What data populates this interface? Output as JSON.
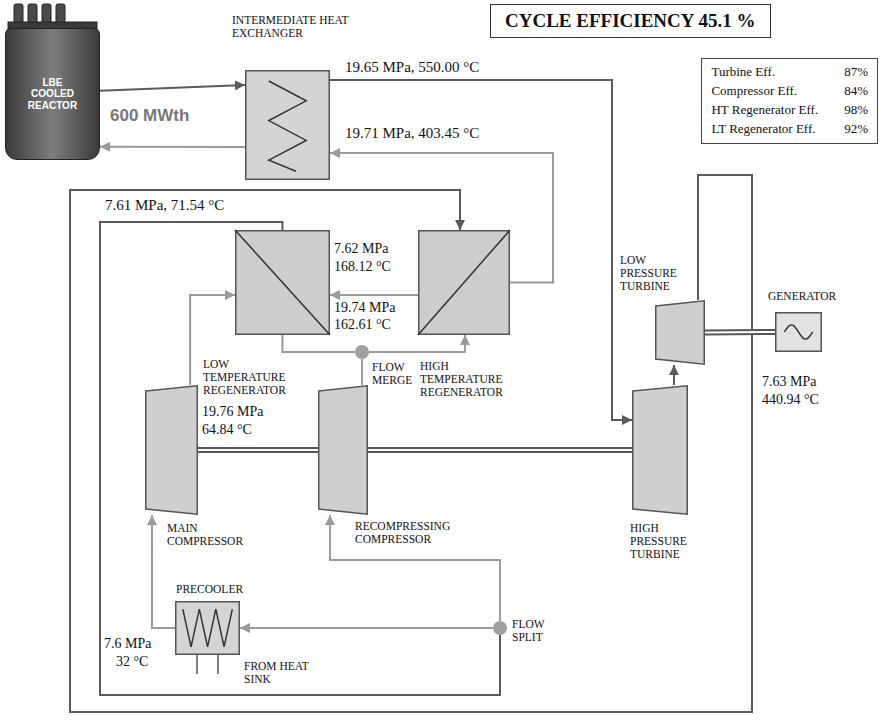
{
  "diagram": {
    "nodes": [
      {
        "text": [
          "LBE COOLED REACTOR"
        ]
      },
      {
        "text": [
          "INTERMEDIATE HEAT EXCHANGER"
        ]
      },
      {
        "text": [
          "CYCLE EFFICIENCY 45.1 %"
        ]
      },
      {
        "text": [
          "Turbine Eff.",
          "87%",
          "Compressor Eff.",
          "84%",
          "HT Regenerator Eff.",
          "98%",
          "LT Regenerator Eff.",
          "92%"
        ]
      },
      {
        "text": [
          "LOW TEMPERATURE REGENERATOR"
        ]
      },
      {
        "text": [
          "HIGH TEMPERATURE REGENERATOR"
        ]
      },
      {
        "text": [
          "MAIN COMPRESSOR"
        ]
      },
      {
        "text": [
          "RECOMPRESSING COMPRESSOR"
        ]
      },
      {
        "text": [
          "HIGH PRESSURE TURBINE"
        ]
      },
      {
        "text": [
          "LOW PRESSURE TURBINE"
        ]
      },
      {
        "text": [
          "GENERATOR"
        ]
      },
      {
        "text": [
          "PRECOOLER"
        ]
      },
      {
        "text": [
          "FLOW MERGE"
        ]
      },
      {
        "text": [
          "FLOW SPLIT"
        ]
      }
    ],
    "edges": [
      {
        "from": 0,
        "to": 1,
        "arrow": "to"
      },
      {
        "from": 1,
        "to": 0,
        "arrow": "to"
      },
      {
        "from": 1,
        "to": 8,
        "arrow": "to"
      },
      {
        "from": 8,
        "to": 9,
        "arrow": "to"
      },
      {
        "from": 9,
        "to": 5,
        "arrow": "to"
      },
      {
        "from": 5,
        "to": 4,
        "arrow": "to"
      },
      {
        "from": 4,
        "to": 13,
        "arrow": "none"
      },
      {
        "from": 13,
        "to": 11,
        "arrow": "to"
      },
      {
        "from": 13,
        "to": 7,
        "arrow": "to"
      },
      {
        "from": 11,
        "to": 6,
        "arrow": "to"
      },
      {
        "from": 6,
        "to": 4,
        "arrow": "to"
      },
      {
        "from": 4,
        "to": 12,
        "arrow": "none"
      },
      {
        "from": 7,
        "to": 12,
        "arrow": "none"
      },
      {
        "from": 12,
        "to": 5,
        "arrow": "to"
      },
      {
        "from": 5,
        "to": 1,
        "arrow": "to"
      },
      {
        "from": 6,
        "to": 7,
        "arrow": "none"
      },
      {
        "from": 7,
        "to": 8,
        "arrow": "none"
      },
      {
        "from": 9,
        "to": 10,
        "arrow": "none"
      }
    ],
    "labels": [
      "600 MWth",
      "19.65 MPa, 550.00 °C",
      "19.71 MPa, 403.45 °C",
      "7.61 MPa, 71.54 °C",
      "7.62 MPa",
      "168.12 °C",
      "19.74 MPa",
      "162.61 °C",
      "19.76 MPa",
      "64.84 °C",
      "7.63 MPa",
      "440.94 °C",
      "7.6 MPa",
      "32 °C",
      "FROM HEAT SINK"
    ]
  }
}
